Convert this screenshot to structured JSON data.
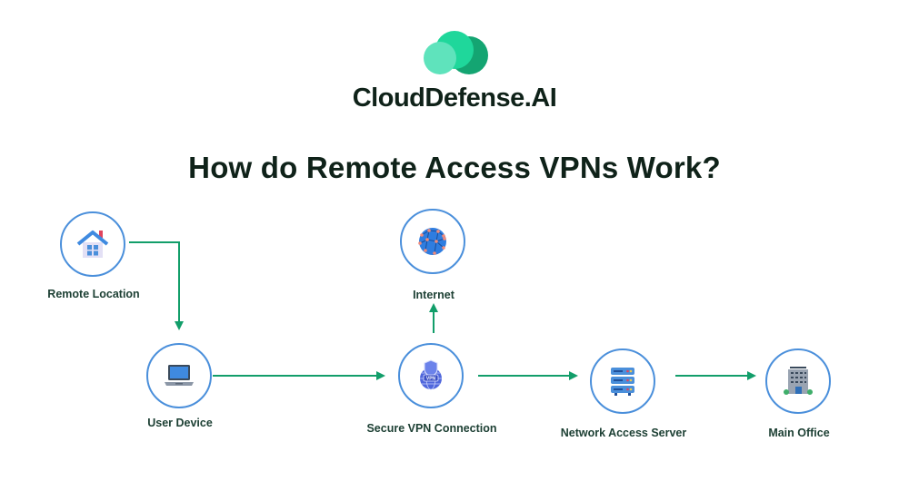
{
  "brand": {
    "name": "CloudDefense.AI",
    "logo_icon": "cloud-logo-icon",
    "colors": {
      "light": "#5fe3bc",
      "mid": "#1fd79b",
      "dark": "#14a572"
    }
  },
  "title": "How do Remote Access VPNs Work?",
  "colors": {
    "arrow": "#129e6a",
    "node_border": "#4a8fdb",
    "text_dark": "#0f2219",
    "label": "#1d4034"
  },
  "nodes": [
    {
      "id": "remote-location",
      "label": "Remote Location",
      "icon": "house-icon"
    },
    {
      "id": "user-device",
      "label": "User Device",
      "icon": "laptop-icon"
    },
    {
      "id": "internet",
      "label": "Internet",
      "icon": "globe-network-icon"
    },
    {
      "id": "secure-vpn",
      "label": "Secure VPN Connection",
      "icon": "vpn-shield-icon"
    },
    {
      "id": "network-access-server",
      "label": "Network Access Server",
      "icon": "server-rack-icon"
    },
    {
      "id": "main-office",
      "label": "Main Office",
      "icon": "office-building-icon"
    }
  ],
  "edges": [
    {
      "from": "remote-location",
      "to": "user-device"
    },
    {
      "from": "user-device",
      "to": "secure-vpn"
    },
    {
      "from": "secure-vpn",
      "to": "internet"
    },
    {
      "from": "secure-vpn",
      "to": "network-access-server"
    },
    {
      "from": "network-access-server",
      "to": "main-office"
    }
  ]
}
